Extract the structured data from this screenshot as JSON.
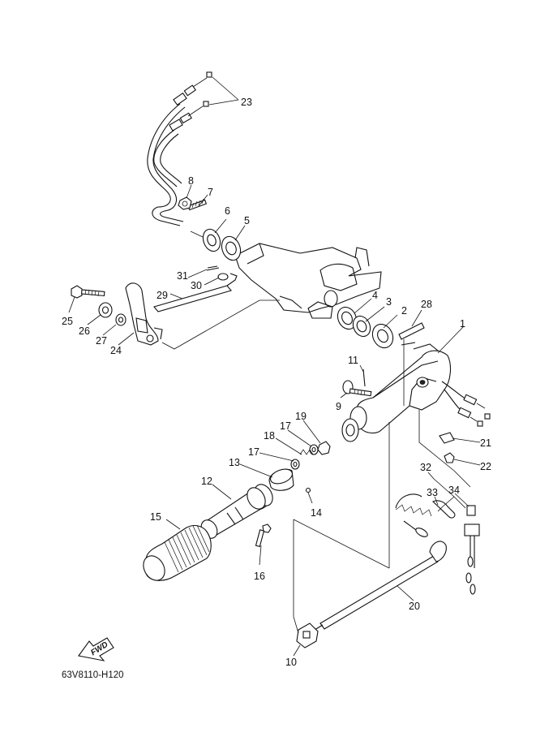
{
  "diagram": {
    "document_code": "63V8110-H120",
    "fwd_label": "FWD",
    "colors": {
      "line": "#111111",
      "background": "#ffffff"
    },
    "part_numbers": [
      "1",
      "2",
      "3",
      "4",
      "5",
      "6",
      "7",
      "8",
      "9",
      "10",
      "11",
      "12",
      "13",
      "14",
      "15",
      "16",
      "17",
      "17",
      "18",
      "19",
      "20",
      "21",
      "22",
      "23",
      "24",
      "25",
      "26",
      "27",
      "28",
      "29",
      "30",
      "31",
      "32",
      "33",
      "34"
    ]
  }
}
